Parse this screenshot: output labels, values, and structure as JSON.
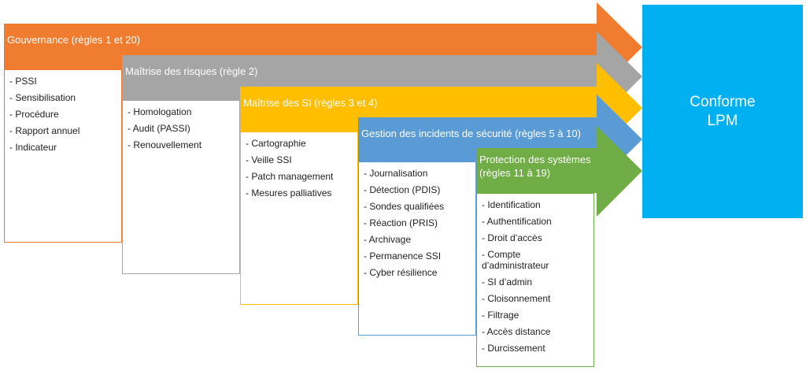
{
  "colors": {
    "gouvernance": "#F07D2F",
    "risques": "#A5A5A5",
    "si": "#FFBF00",
    "incidents": "#5B9BD5",
    "protection": "#70AD47",
    "conforme": "#00B0F0"
  },
  "stages": [
    {
      "title": "Gouvernance (règles 1 et 20)",
      "items": [
        "- PSSI",
        "- Sensibilisation",
        "- Procédure",
        "- Rapport annuel",
        "- Indicateur"
      ]
    },
    {
      "title": "Maîtrise des risques (règle 2)",
      "items": [
        "- Homologation",
        "- Audit (PASSI)",
        "- Renouvellement"
      ]
    },
    {
      "title": "Maîtrise des SI (règles 3 et 4)",
      "items": [
        "- Cartographie",
        "- Veille SSI",
        "- Patch management",
        "- Mesures palliatives"
      ]
    },
    {
      "title": "Gestion des incidents de sécurité (règles 5 à 10)",
      "items": [
        "- Journalisation",
        "- Détection (PDIS)",
        "- Sondes qualifiées",
        "- Réaction (PRIS)",
        "- Archivage",
        "- Permanence SSI",
        "- Cyber résilience"
      ]
    },
    {
      "title_line1": "Protection des systèmes",
      "title_line2": "(règles 11 à 19)",
      "items": [
        "- Identification",
        "- Authentification",
        "- Droit d’accès",
        "- Compte d’administrateur",
        "- SI d’admin",
        "- Cloisonnement",
        "- Filtrage",
        "- Accès distance",
        "- Durcissement"
      ]
    }
  ],
  "conforme": {
    "line1": "Conforme",
    "line2": "LPM"
  }
}
